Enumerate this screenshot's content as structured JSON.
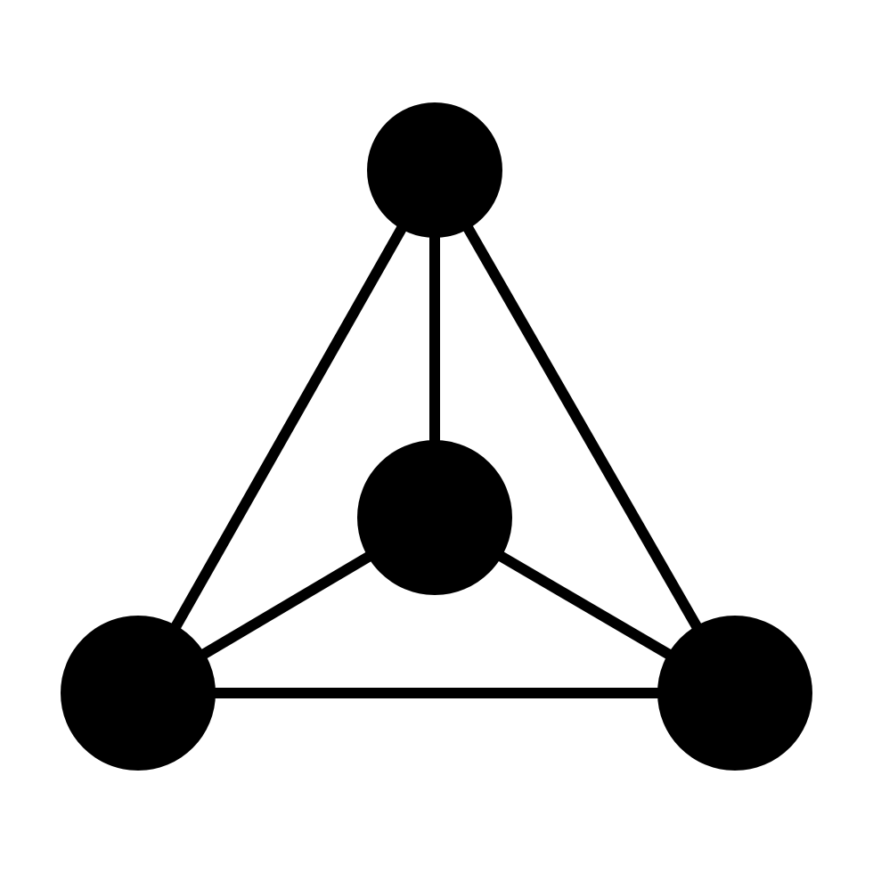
{
  "icon": {
    "name": "tetrahedral-molecule-icon",
    "fill_color": "#000000",
    "background_color": "#ffffff",
    "nodes": [
      {
        "id": "top"
      },
      {
        "id": "center"
      },
      {
        "id": "bottom-left"
      },
      {
        "id": "bottom-right"
      }
    ],
    "bonds": [
      {
        "from": "top",
        "to": "center"
      },
      {
        "from": "top",
        "to": "bottom-left"
      },
      {
        "from": "top",
        "to": "bottom-right"
      },
      {
        "from": "center",
        "to": "bottom-left"
      },
      {
        "from": "center",
        "to": "bottom-right"
      },
      {
        "from": "bottom-left",
        "to": "bottom-right"
      }
    ]
  }
}
